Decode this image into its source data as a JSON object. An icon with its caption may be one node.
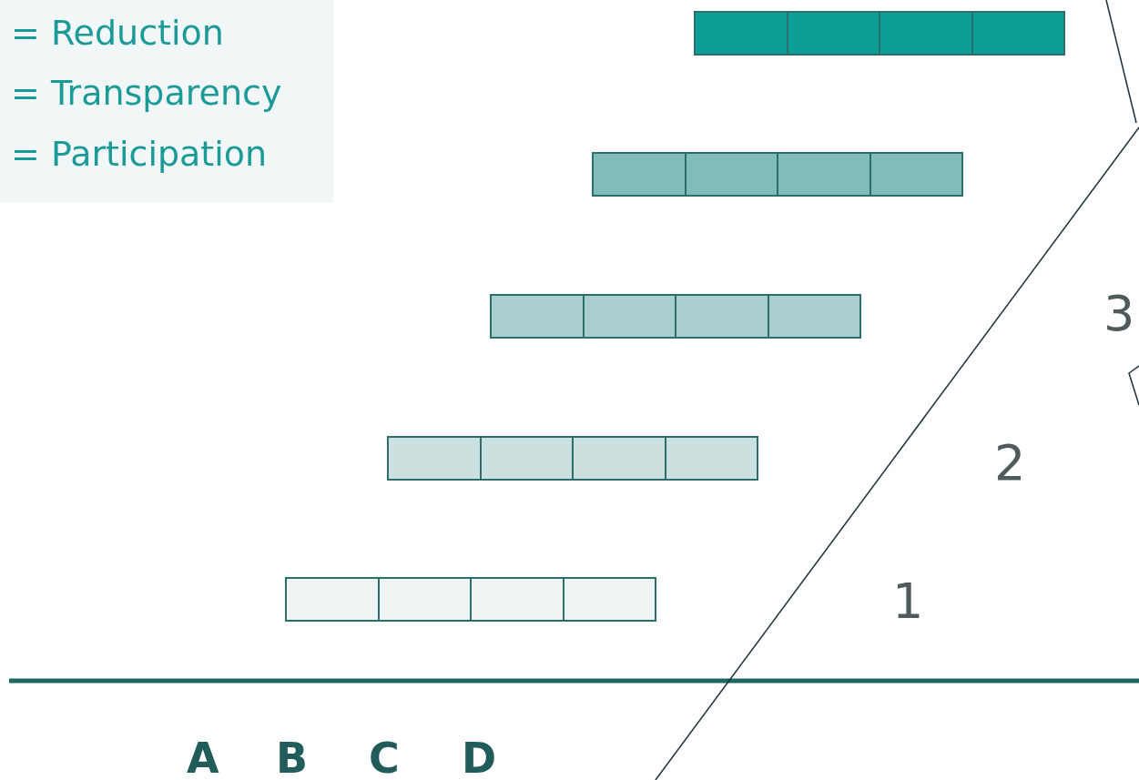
{
  "diagram": {
    "nodes": [
      {
        "text": [],
        "shape": "bar"
      },
      {
        "text": [],
        "shape": "bar"
      },
      {
        "text": [],
        "shape": "bar"
      },
      {
        "text": [],
        "shape": "bar"
      },
      {
        "text": [],
        "shape": "bar"
      }
    ],
    "labels": [
      "= Reduction",
      "= Transparency",
      "= Participation",
      "3",
      "2",
      "1",
      "A",
      "B",
      "C",
      "D"
    ]
  }
}
